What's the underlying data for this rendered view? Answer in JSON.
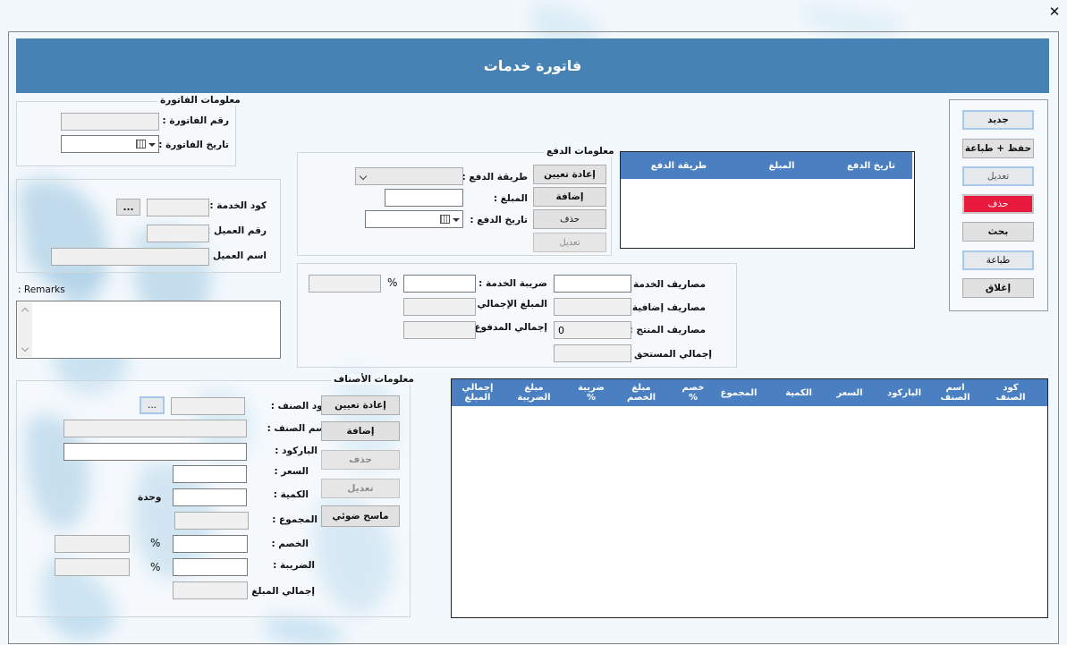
{
  "window": {
    "title": "فاتورة خدمات",
    "close_glyph": "✕"
  },
  "invoice_info": {
    "group_title": "معلومات الفاتورة",
    "number_label": "رقم الفاتورة :",
    "date_label": "تاريخ الفاتورة :",
    "number_value": "",
    "date_value": ""
  },
  "customer": {
    "service_code_label": "كود الخدمة :",
    "customer_no_label": "رقم العميل :",
    "customer_name_label": "اسم العميل :",
    "browse_label": "...",
    "remarks_label": ": Remarks",
    "remarks_value": ""
  },
  "payment_info": {
    "group_title": "معلومات الدفع",
    "method_label": "طريقة الدفع :",
    "amount_label": "المبلغ :",
    "date_label": "تاريخ الدفع :",
    "reset_button": "إعادة تعيين",
    "add_button": "إضافة",
    "delete_button": "حذف",
    "edit_button": "تعديل",
    "method_value": "",
    "amount_value": ""
  },
  "payment_grid": {
    "columns": [
      "تاريخ الدفع",
      "المبلغ",
      "طريقة الدفع"
    ],
    "rows": []
  },
  "side_buttons": {
    "new": "جديد",
    "save_print": "حفظ + طباعة",
    "edit": "تعديل",
    "delete": "حذف",
    "search": "بحث",
    "print": "طباعة",
    "close": "إغلاق"
  },
  "totals": {
    "service_charges_label": "مصاريف الخدمة :",
    "service_tax_label": "ضريبة الخدمة :",
    "percent_symbol": "%",
    "extra_charges_label": "مصاريف إضافية :",
    "gross_amount_label": "المبلغ الإجمالي :",
    "product_charges_label": "مصاريف المنتج :",
    "product_charges_value": "0",
    "total_paid_label": "إجمالي المدفوع :",
    "total_due_label": "إجمالي المستحق :"
  },
  "items_info": {
    "group_title": "معلومات الأصناف",
    "item_code_label": "كود الصنف :",
    "item_name_label": "اسم الصنف :",
    "barcode_label": "الباركود :",
    "price_label": "السعر :",
    "quantity_label": "الكمية :",
    "unit_label": "وحدة",
    "total_label": "المجموع :",
    "discount_label": "الخصم :",
    "tax_label": "الضريبة :",
    "total_amount_label": "إجمالي المبلغ :",
    "percent_symbol": "%",
    "browse_label": "...",
    "reset_button": "إعادة تعيين",
    "add_button": "إضافة",
    "delete_button": "حذف",
    "edit_button": "تعديل",
    "scanner_button": "ماسح ضوئي"
  },
  "items_grid": {
    "columns": [
      [
        "كود",
        "الصنف"
      ],
      [
        "اسم",
        "الصنف"
      ],
      [
        "الباركود"
      ],
      [
        "السعر"
      ],
      [
        "الكمية"
      ],
      [
        "المجموع"
      ],
      [
        "خصم",
        "%"
      ],
      [
        "مبلغ",
        "الخصم"
      ],
      [
        "ضريبة",
        "%"
      ],
      [
        "مبلغ",
        "الضريبة"
      ],
      [
        "إجمالي",
        "المبلغ"
      ]
    ],
    "rows": []
  },
  "colors": {
    "title_bar": "#4682b4",
    "grid_header": "#4a7fc1",
    "delete_red": "#e8193c",
    "focus_border": "#a8c8ea"
  }
}
